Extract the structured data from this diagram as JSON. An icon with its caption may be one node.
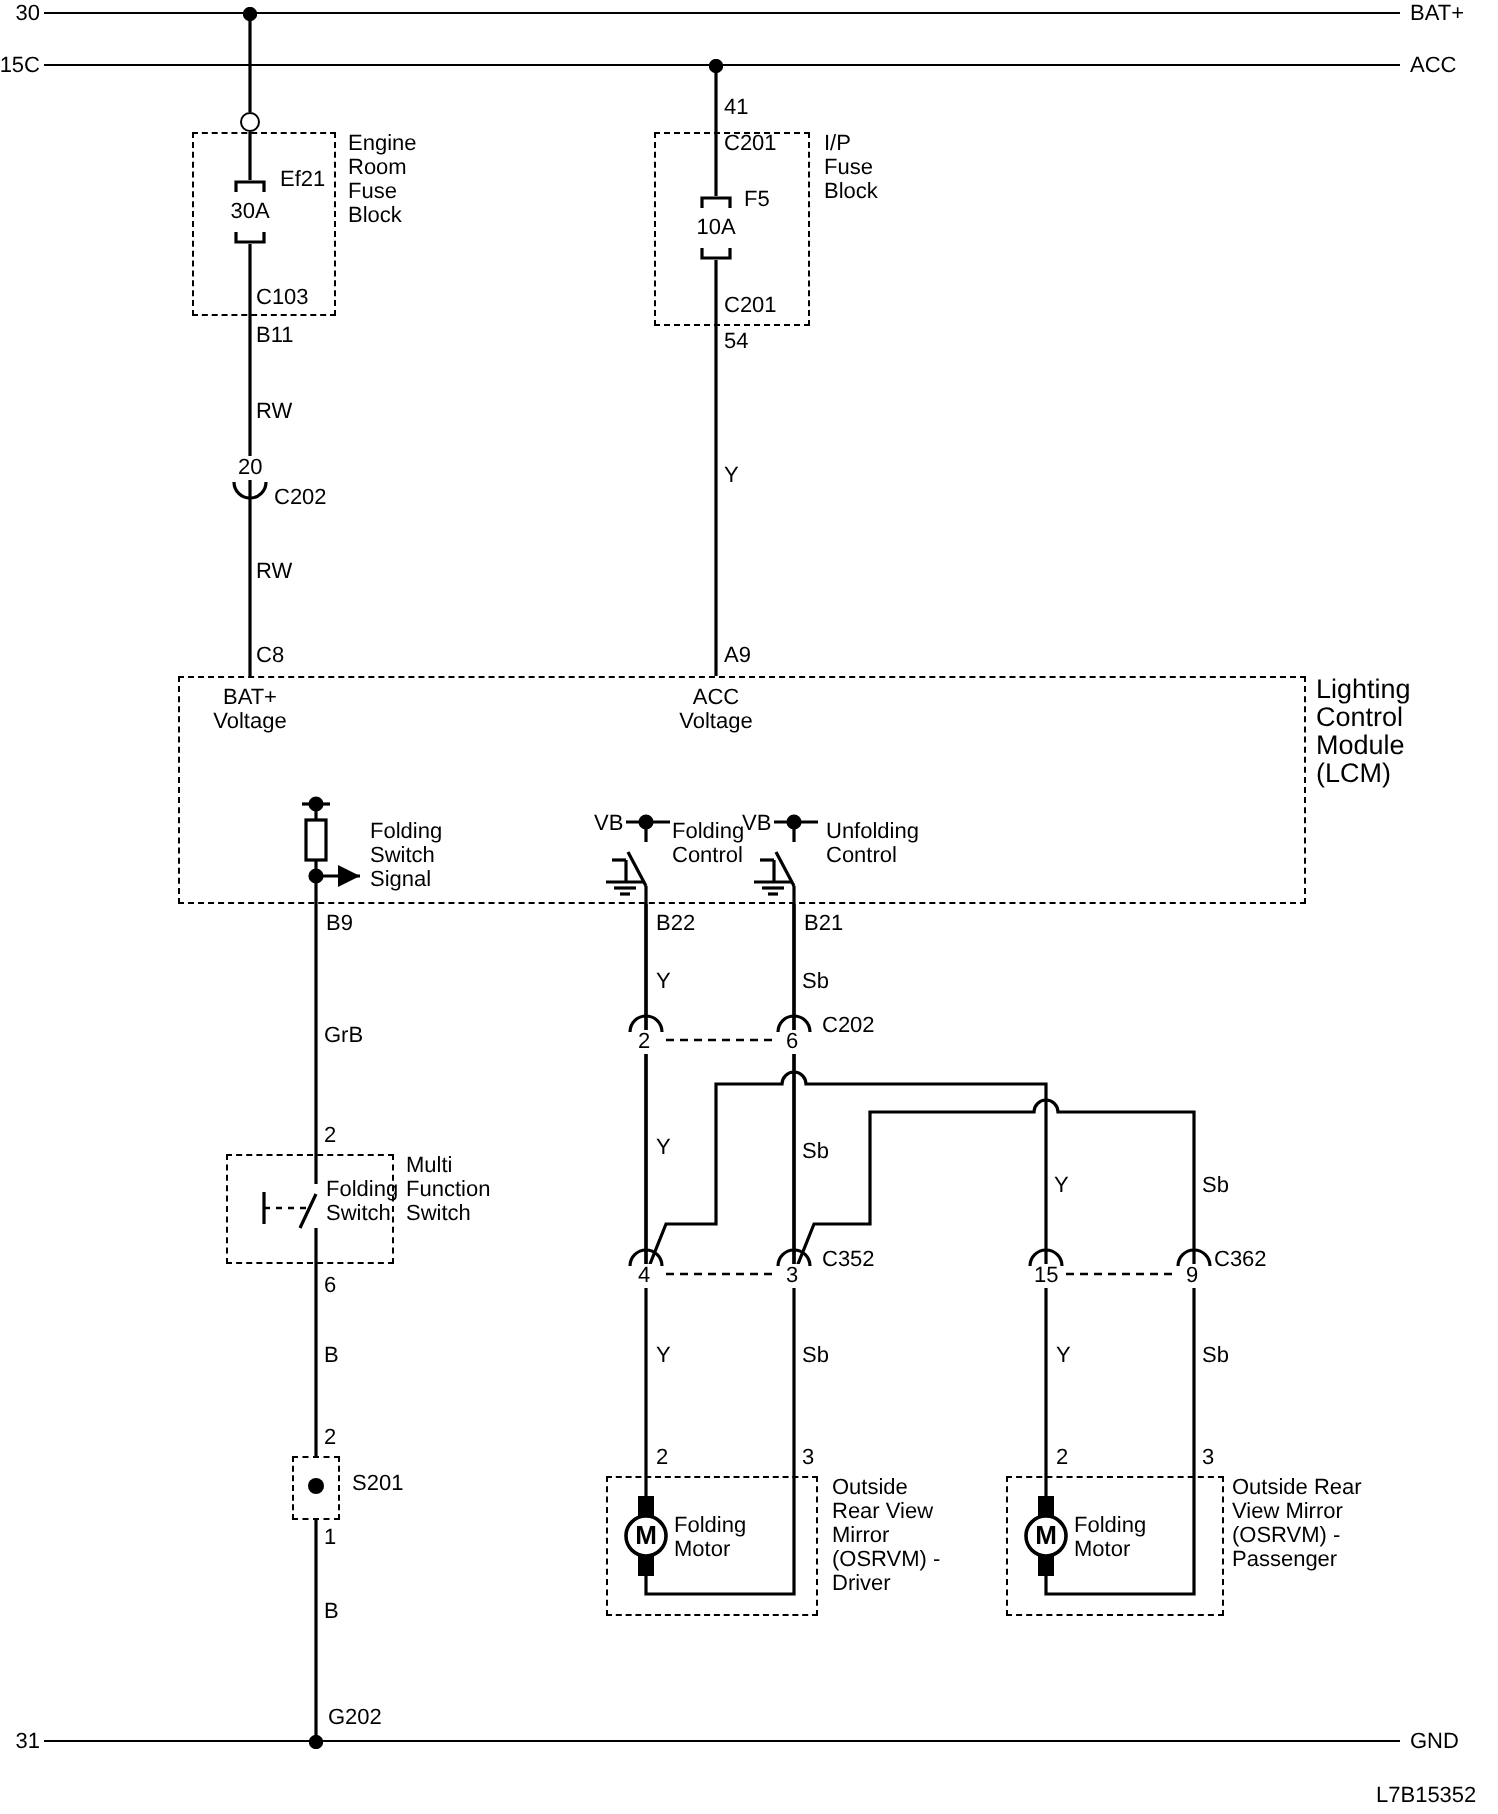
{
  "diagram": {
    "nodes": [
      {
        "text": [
          "Engine Room Fuse Block"
        ]
      },
      {
        "text": [
          "Ef21",
          "30A"
        ],
        "in": 0
      },
      {
        "text": [
          "I/P Fuse Block"
        ]
      },
      {
        "text": [
          "F5",
          "10A"
        ],
        "in": 2
      },
      {
        "text": [
          "Lighting Control Module (LCM)"
        ]
      },
      {
        "text": [
          "Multi Function Switch"
        ]
      },
      {
        "text": [
          "S201"
        ]
      },
      {
        "text": [
          "Outside Rear View Mirror (OSRVM) -Driver"
        ]
      },
      {
        "text": [
          "M"
        ],
        "beside": [
          "Folding Motor"
        ],
        "in": 7
      },
      {
        "text": [
          "Outside Rear View Mirror (OSRVM) -Passenger"
        ]
      },
      {
        "text": [
          "M"
        ],
        "beside": [
          "Folding Motor"
        ],
        "in": 9
      },
      {
        "text": [
          "30",
          "BAT+"
        ]
      },
      {
        "text": [
          "15C",
          "ACC"
        ]
      },
      {
        "text": [
          "31",
          "GND"
        ]
      },
      {
        "text": [],
        "shape": "circle"
      }
    ],
    "edges": [
      {
        "from": 11,
        "to": 14,
        "arrow": "other"
      },
      {
        "from": 14,
        "to": 1,
        "arrow": "none"
      },
      {
        "from": 12,
        "to": 3,
        "arrow": "other"
      },
      {
        "from": 1,
        "to": 4,
        "arrow": "none"
      },
      {
        "from": 3,
        "to": 4,
        "arrow": "none"
      },
      {
        "from": 4,
        "to": 5,
        "arrow": "none"
      },
      {
        "from": 5,
        "to": 6,
        "arrow": "none"
      },
      {
        "from": 6,
        "to": 13,
        "arrow": "other"
      },
      {
        "from": 4,
        "to": 8,
        "arrow": "none"
      },
      {
        "from": 4,
        "to": 8,
        "arrow": "none"
      },
      {
        "from": 4,
        "to": 10,
        "arrow": "none"
      },
      {
        "from": 4,
        "to": 10,
        "arrow": "none"
      }
    ],
    "labels": [
      "41",
      "C201",
      "C103",
      "C201",
      "B11",
      "54",
      "RW",
      "Y",
      "20",
      "C202",
      "RW",
      "C8",
      "A9",
      "BAT+ Voltage",
      "ACC Voltage",
      "VB",
      "Folding Switch Signal",
      "VB",
      "Folding Control",
      "Unfolding Control",
      "B9",
      "B22",
      "B21",
      "GrB",
      "Y",
      "Sb",
      "2",
      "6",
      "C202",
      "2",
      "Folding Switch",
      "Y",
      "Sb",
      "Y",
      "Sb",
      "4",
      "3",
      "C352",
      "15",
      "9",
      "C362",
      "6",
      "B",
      "Y",
      "Sb",
      "Y",
      "Sb",
      "2",
      "2",
      "3",
      "2",
      "3",
      "1",
      "B",
      "G202",
      "L7B15352"
    ]
  }
}
